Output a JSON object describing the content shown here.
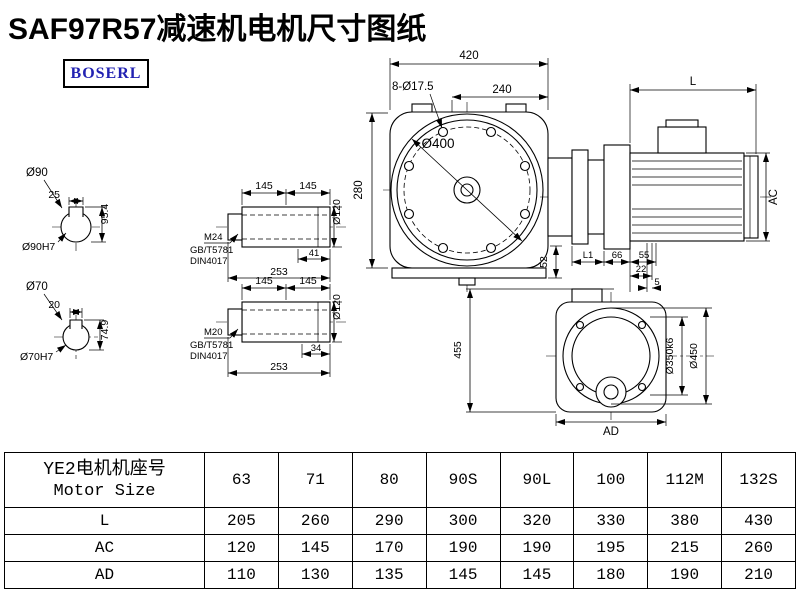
{
  "colors": {
    "logo_blue": "#2222b2",
    "line": "#000000",
    "background": "#ffffff"
  },
  "header": {
    "title": "SAF97R57减速机电机尺寸图纸",
    "logo": "BOSERL"
  },
  "front_view": {
    "width_total": "420",
    "bolt_holes": "8-Ø17.5",
    "width_upper": "240",
    "flange_dia": "Ø400",
    "height": "280",
    "foot": "52"
  },
  "motor_view": {
    "length": "L",
    "height": "AC",
    "l1": "L1",
    "d66": "66",
    "d55": "55",
    "d22": "22",
    "d5": "5"
  },
  "flange_view": {
    "height": "455",
    "spigot_dia": "Ø350k6",
    "flange_dia": "Ø450",
    "width": "AD"
  },
  "shaft_hole_top": {
    "dia": "Ø90",
    "key_width": "25",
    "key_height": "95.4",
    "fit": "Ø90H7"
  },
  "shaft_hole_bottom": {
    "dia": "Ø70",
    "key_width": "20",
    "key_height": "74.9",
    "fit": "Ø70H7"
  },
  "shaft_section_top": {
    "len1": "145",
    "len2": "145",
    "dia": "Ø120",
    "thread": "M24",
    "std1": "GB/T5781",
    "std2": "DIN4017",
    "thread_len": "41",
    "total_len": "253"
  },
  "shaft_section_bottom": {
    "len1": "145",
    "len2": "145",
    "dia": "Ø120",
    "thread": "M20",
    "std1": "GB/T5781",
    "std2": "DIN4017",
    "thread_len": "34",
    "total_len": "253"
  },
  "table": {
    "motor_label_cn": "YE2电机机座号",
    "motor_label_en": "Motor Size",
    "sizes": [
      "63",
      "71",
      "80",
      "90S",
      "90L",
      "100",
      "112M",
      "132S"
    ],
    "rows": [
      {
        "label": "L",
        "values": [
          "205",
          "260",
          "290",
          "300",
          "320",
          "330",
          "380",
          "430"
        ]
      },
      {
        "label": "AC",
        "values": [
          "120",
          "145",
          "170",
          "190",
          "190",
          "195",
          "215",
          "260"
        ]
      },
      {
        "label": "AD",
        "values": [
          "110",
          "130",
          "135",
          "145",
          "145",
          "180",
          "190",
          "210"
        ]
      }
    ]
  }
}
